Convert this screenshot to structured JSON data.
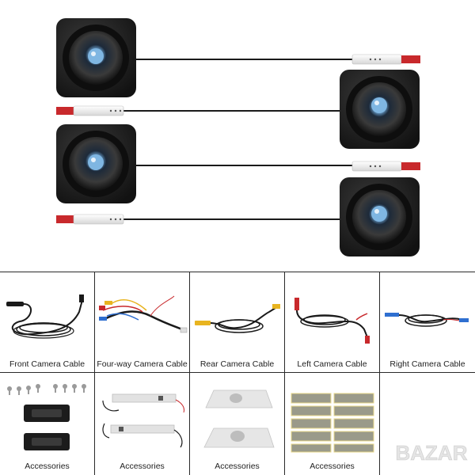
{
  "grid": {
    "row1": [
      {
        "caption": "Front Camera Cable",
        "icon": "front-camera-cable"
      },
      {
        "caption": "Four-way Camera Cable",
        "icon": "four-way-camera-cable"
      },
      {
        "caption": "Rear Camera Cable",
        "icon": "rear-camera-cable"
      },
      {
        "caption": "Left Camera Cable",
        "icon": "left-camera-cable"
      },
      {
        "caption": "Right Camera Cable",
        "icon": "right-camera-cable"
      }
    ],
    "row2": [
      {
        "caption": "Accessories",
        "icon": "screws-and-brackets"
      },
      {
        "caption": "Accessories",
        "icon": "mounting-plates"
      },
      {
        "caption": "Accessories",
        "icon": "camera-housings"
      },
      {
        "caption": "Accessories",
        "icon": "adhesive-pads"
      },
      {
        "caption": "",
        "icon": "empty"
      }
    ]
  },
  "watermark": {
    "text": "BAZAR"
  },
  "colors": {
    "camera_body": "#1c1c1c",
    "lens_blue": "#6fa8d8",
    "connector_red": "#c8292c",
    "connector_yellow": "#e8b420",
    "connector_blue": "#2f6fd0",
    "cable": "#1a1a1a",
    "grid_line": "#2a2a2a"
  }
}
